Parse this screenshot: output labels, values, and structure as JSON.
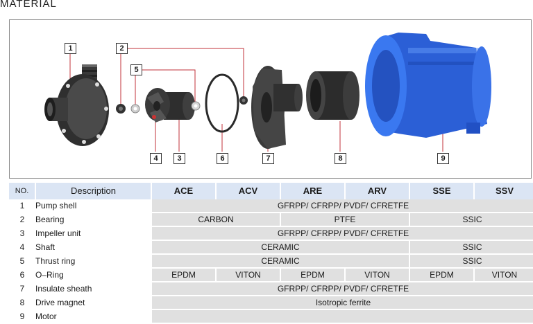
{
  "title": "MATERIAL",
  "callouts": [
    "1",
    "2",
    "5",
    "4",
    "3",
    "6",
    "7",
    "8",
    "9"
  ],
  "table": {
    "headers": {
      "no": "NO.",
      "description": "Description",
      "models": [
        "ACE",
        "ACV",
        "ARE",
        "ARV",
        "SSE",
        "SSV"
      ]
    },
    "rows": [
      {
        "no": "1",
        "desc": "Pump shell",
        "cells": [
          {
            "text": "GFRPP/ CFRPP/ PVDF/ CFRETFE"
          }
        ]
      },
      {
        "no": "2",
        "desc": "Bearing",
        "cells": [
          {
            "text": "CARBON"
          },
          {
            "text": "PTFE"
          },
          {
            "text": "SSIC"
          }
        ]
      },
      {
        "no": "3",
        "desc": "Impeller unit",
        "cells": [
          {
            "text": "GFRPP/ CFRPP/ PVDF/ CFRETFE"
          }
        ]
      },
      {
        "no": "4",
        "desc": "Shaft",
        "cells": [
          {
            "text": "CERAMIC"
          },
          {
            "text": "SSIC"
          }
        ]
      },
      {
        "no": "5",
        "desc": "Thrust ring",
        "cells": [
          {
            "text": "CERAMIC"
          },
          {
            "text": "SSIC"
          }
        ]
      },
      {
        "no": "6",
        "desc": "O–Ring",
        "cells": [
          {
            "text": "EPDM"
          },
          {
            "text": "VITON"
          },
          {
            "text": "EPDM"
          },
          {
            "text": "VITON"
          },
          {
            "text": "EPDM"
          },
          {
            "text": "VITON"
          }
        ]
      },
      {
        "no": "7",
        "desc": "Insulate sheath",
        "cells": [
          {
            "text": "GFRPP/ CFRPP/ PVDF/ CFRETFE"
          }
        ]
      },
      {
        "no": "8",
        "desc": "Drive magnet",
        "cells": [
          {
            "text": "Isotropic ferrite"
          }
        ]
      },
      {
        "no": "9",
        "desc": "Motor",
        "cells": [
          {
            "text": ""
          }
        ]
      }
    ]
  }
}
